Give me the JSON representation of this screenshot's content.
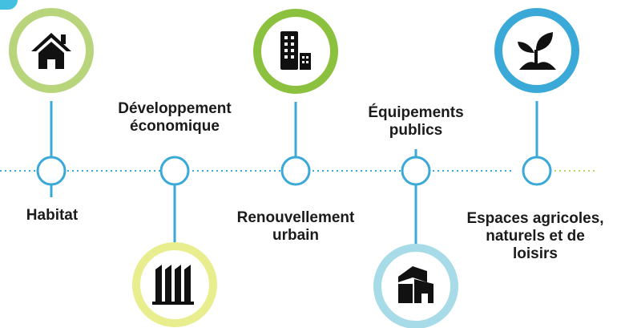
{
  "categories": [
    {
      "id": "habitat",
      "label": "Habitat",
      "icon": "house-icon",
      "ring": "#b8d57c"
    },
    {
      "id": "developpement",
      "label": "Développement\néconomique",
      "icon": "factory-icon",
      "ring": "#e8ee8e"
    },
    {
      "id": "renouvellement",
      "label": "Renouvellement\nurbain",
      "icon": "buildings-icon",
      "ring": "#8cc13f"
    },
    {
      "id": "equipements",
      "label": "Équipements\npublics",
      "icon": "public-building-icon",
      "ring": "#a7dbe8"
    },
    {
      "id": "espaces",
      "label": "Espaces agricoles,\nnaturels et de\nloisirs",
      "icon": "sprout-icon",
      "ring": "#3aa9d8"
    }
  ],
  "colors": {
    "line": "#3aa9d8",
    "dots_left": "#3aa9d8",
    "dots_right": "#b5d46a",
    "text": "#1b1b1b",
    "icon": "#111111"
  }
}
